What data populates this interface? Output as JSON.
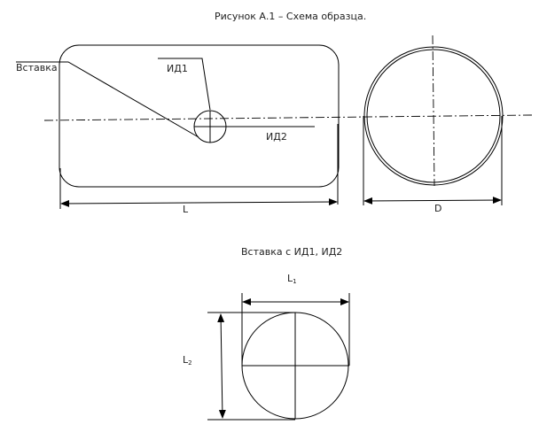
{
  "title": "Рисунок А.1 – Схема образца.",
  "main_view": {
    "insert_label": "Вставка",
    "id1_label": "ИД1",
    "id2_label": "ИД2",
    "length_label": "L"
  },
  "side_view": {
    "diameter_label": "D"
  },
  "detail": {
    "title": "Вставка с ИД1, ИД2",
    "l1_label": "L",
    "l1_sub": "1",
    "l2_label": "L",
    "l2_sub": "2"
  }
}
